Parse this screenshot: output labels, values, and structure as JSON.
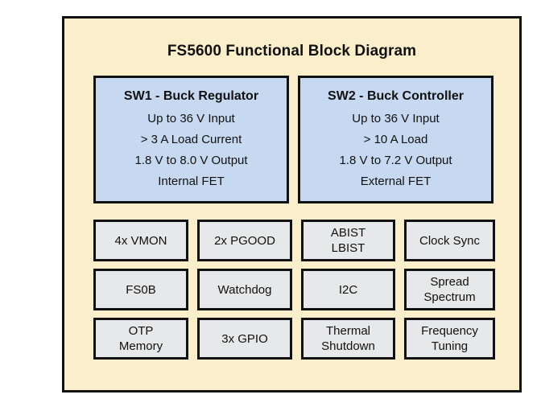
{
  "diagram": {
    "title": "FS5600 Functional Block Diagram",
    "colors": {
      "panel_background": "#fbeeca",
      "panel_border": "#111111",
      "switcher_block_fill": "#c6d9f1",
      "feature_block_fill": "#e7e8e9",
      "text": "#111111"
    },
    "switchers": [
      {
        "heading": "SW1 - Buck Regulator",
        "lines": [
          "Up to 36 V Input",
          "> 3 A Load Current",
          "1.8 V to 8.0 V Output",
          "Internal FET"
        ]
      },
      {
        "heading": "SW2 - Buck Controller",
        "lines": [
          "Up to 36 V Input",
          "> 10 A Load",
          "1.8 V to 7.2 V Output",
          "External FET"
        ]
      }
    ],
    "features": [
      {
        "lines": [
          "4x VMON"
        ]
      },
      {
        "lines": [
          "2x PGOOD"
        ]
      },
      {
        "lines": [
          "ABIST",
          "LBIST"
        ]
      },
      {
        "lines": [
          "Clock Sync"
        ]
      },
      {
        "lines": [
          "FS0B"
        ]
      },
      {
        "lines": [
          "Watchdog"
        ]
      },
      {
        "lines": [
          "I2C"
        ]
      },
      {
        "lines": [
          "Spread",
          "Spectrum"
        ]
      },
      {
        "lines": [
          "OTP",
          "Memory"
        ]
      },
      {
        "lines": [
          "3x GPIO"
        ]
      },
      {
        "lines": [
          "Thermal",
          "Shutdown"
        ]
      },
      {
        "lines": [
          "Frequency",
          "Tuning"
        ]
      }
    ]
  }
}
